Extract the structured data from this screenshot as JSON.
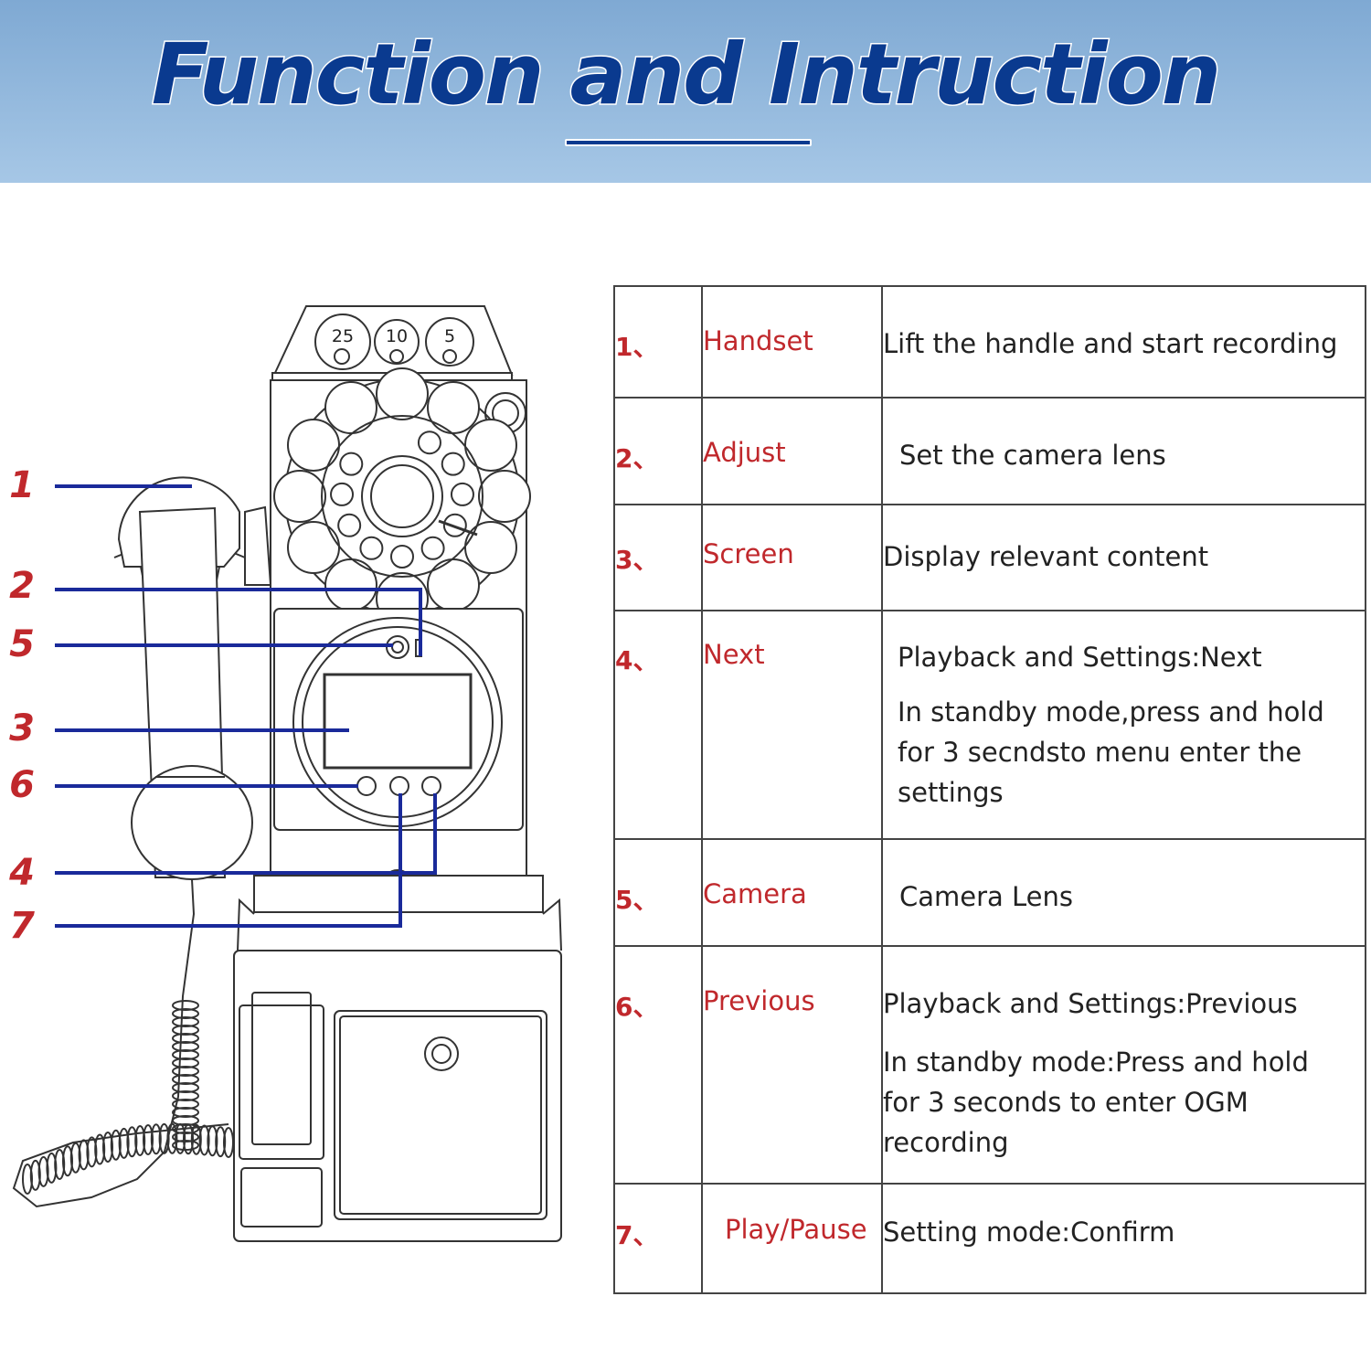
{
  "header": {
    "title": "Function and Intruction"
  },
  "coin_slots": [
    "25",
    "10",
    "5"
  ],
  "callouts": [
    "1",
    "2",
    "5",
    "3",
    "6",
    "4",
    "7"
  ],
  "functions": [
    {
      "num": "1、",
      "name": "Handset",
      "desc": [
        "Lift the handle and start recording"
      ]
    },
    {
      "num": "2、",
      "name": "Adjust",
      "desc": [
        "Set the camera lens"
      ]
    },
    {
      "num": "3、",
      "name": "Screen",
      "desc": [
        "Display relevant content"
      ]
    },
    {
      "num": "4、",
      "name": "Next",
      "desc": [
        "Playback and Settings:Next"
      ],
      "desc2": [
        "In standby mode,press and hold",
        "for 3 secndsto menu enter  the",
        "settings"
      ]
    },
    {
      "num": "5、",
      "name": "Camera",
      "desc": [
        "Camera Lens"
      ]
    },
    {
      "num": "6、",
      "name": "Previous",
      "desc": [
        "Playback and Settings:Previous"
      ],
      "desc2": [
        "In standby mode:Press and hold",
        "for 3 seconds to enter OGM",
        "recording"
      ]
    },
    {
      "num": "7、",
      "name": "Play/Pause",
      "desc": [
        "Setting mode:Confirm"
      ]
    }
  ]
}
